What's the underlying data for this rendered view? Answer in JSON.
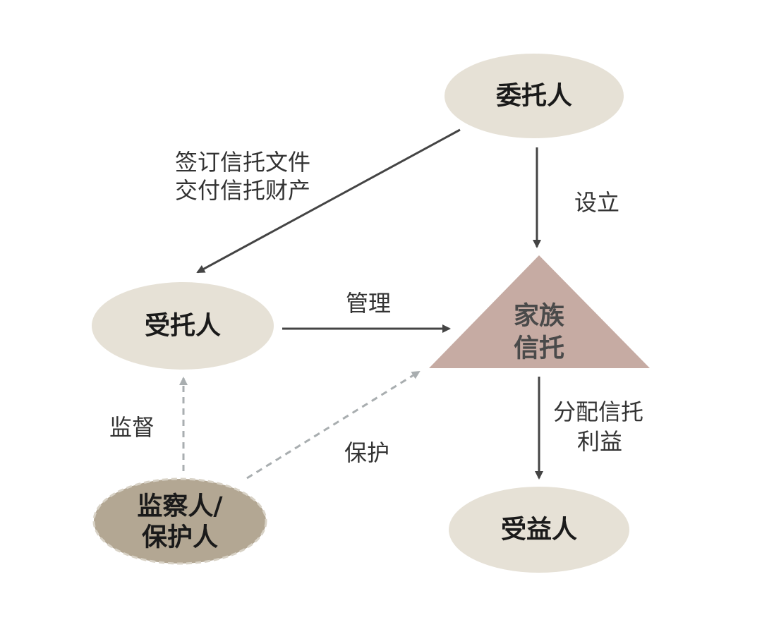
{
  "colors": {
    "ellipse_fill": "#e6e1d6",
    "supervisor_fill": "#b3a793",
    "supervisor_border": "#d8d2c6",
    "triangle_fill": "#c6aba3",
    "solid_arrow": "#444444",
    "dashed_arrow": "#a9aeb0"
  },
  "nodes": {
    "settlor": "委托人",
    "trustee": "受托人",
    "beneficiary": "受益人",
    "supervisor_line1": "监察人/",
    "supervisor_line2": "保护人",
    "trust_line1": "家族",
    "trust_line2": "信托"
  },
  "edges": {
    "sign_line1": "签订信托文件",
    "sign_line2": "交付信托财产",
    "establish": "设立",
    "manage": "管理",
    "distribute_line1": "分配信托",
    "distribute_line2": "利益",
    "supervise": "监督",
    "protect": "保护"
  }
}
